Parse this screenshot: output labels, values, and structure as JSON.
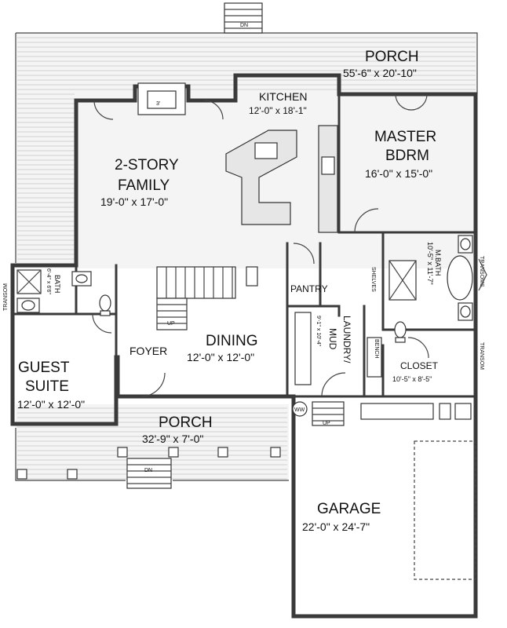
{
  "rooms": {
    "porch_back": {
      "name": "PORCH",
      "dims": "55'-6\" x 20'-10\""
    },
    "kitchen": {
      "name": "KITCHEN",
      "dims": "12'-0\" x 18'-1\""
    },
    "master": {
      "name1": "MASTER",
      "name2": "BDRM",
      "dims": "16'-0\" x 15'-0\""
    },
    "family": {
      "name1": "2-STORY",
      "name2": "FAMILY",
      "dims": "19'-0\" x 17'-0\""
    },
    "pantry": {
      "name": "PANTRY"
    },
    "mbath": {
      "name": "M.BATH",
      "dims": "10'-5\" x 11'-7\""
    },
    "shelves": {
      "name": "SHELVES"
    },
    "laundry": {
      "name1": "LAUNDRY/",
      "name2": "MUD",
      "dims": "9'-1\" x 10'-4\""
    },
    "bench": {
      "name": "BENCH"
    },
    "guest_bath": {
      "name": "BATH",
      "dims": "6'-4\" x 6'6\""
    },
    "foyer": {
      "name": "FOYER"
    },
    "dining": {
      "name": "DINING",
      "dims": "12'-0\" x 12'-0\""
    },
    "closet": {
      "name": "CLOSET",
      "dims": "10'-5\" x 8'-5\""
    },
    "guest_suite": {
      "name1": "GUEST",
      "name2": "SUITE",
      "dims": "12'-0\" x 12'-0\""
    },
    "porch_front": {
      "name": "PORCH",
      "dims": "32'-9\" x 7'-0\""
    },
    "garage": {
      "name": "GARAGE",
      "dims": "22'-0\" x 24'-7\""
    }
  },
  "annotations": {
    "transoms_right": "TRANSOMS",
    "transom_right": "TRANSOM",
    "transom_left": "TRANSOM",
    "dn": "DN",
    "up": "UP",
    "ww": "WW",
    "fireplace_width": "3'"
  }
}
